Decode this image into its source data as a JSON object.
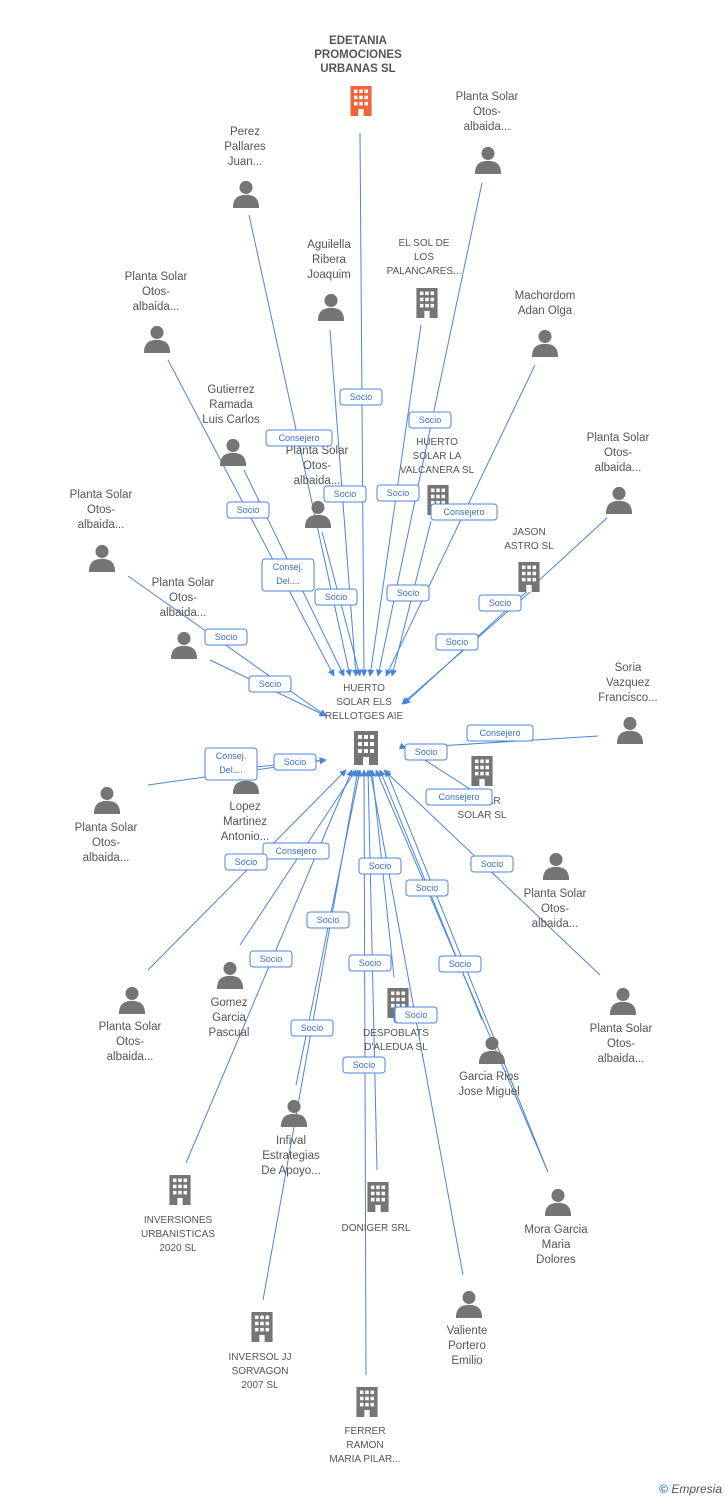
{
  "nodes": [
    {
      "id": "center",
      "type": "company",
      "lines": [
        "HUERTO",
        "SOLAR ELS",
        "RELLOTGES AIE"
      ],
      "center": true
    },
    {
      "id": "edetania",
      "type": "company",
      "lines": [
        "EDETANIA",
        "PROMOCIONES",
        "URBANAS SL"
      ],
      "highlight": true
    },
    {
      "id": "p_otos1",
      "type": "person",
      "lines": [
        "Planta Solar",
        "Otos-",
        "albaida..."
      ]
    },
    {
      "id": "perez",
      "type": "person",
      "lines": [
        "Perez",
        "Pallares",
        "Juan..."
      ]
    },
    {
      "id": "aguilella",
      "type": "person",
      "lines": [
        "Aguilella",
        "Ribera",
        "Joaquim"
      ]
    },
    {
      "id": "solpal",
      "type": "company",
      "lines": [
        "EL SOL DE",
        "LOS",
        "PALANCARES..."
      ]
    },
    {
      "id": "machordom",
      "type": "person",
      "lines": [
        "Machordom",
        "Adan Olga"
      ]
    },
    {
      "id": "p_otos2",
      "type": "person",
      "lines": [
        "Planta Solar",
        "Otos-",
        "albaida..."
      ]
    },
    {
      "id": "gutierrez",
      "type": "person",
      "lines": [
        "Gutierrez",
        "Ramada",
        "Luis Carlos"
      ]
    },
    {
      "id": "p_otos3",
      "type": "person",
      "lines": [
        "Planta Solar",
        "Otos-",
        "albaida..."
      ]
    },
    {
      "id": "valcanera",
      "type": "company",
      "lines": [
        "HUERTO",
        "SOLAR LA",
        "VALCANERA SL"
      ]
    },
    {
      "id": "p_otos4",
      "type": "person",
      "lines": [
        "Planta Solar",
        "Otos-",
        "albaida..."
      ]
    },
    {
      "id": "p_otos5",
      "type": "person",
      "lines": [
        "Planta Solar",
        "Otos-",
        "albaida..."
      ]
    },
    {
      "id": "jason",
      "type": "company",
      "lines": [
        "JASON",
        "ASTRO  SL"
      ]
    },
    {
      "id": "p_otos6",
      "type": "person",
      "lines": [
        "Planta Solar",
        "Otos-",
        "albaida..."
      ]
    },
    {
      "id": "soria",
      "type": "person",
      "lines": [
        "Soria",
        "Vazquez",
        "Francisco..."
      ]
    },
    {
      "id": "lopez",
      "type": "person",
      "lines": [
        "Lopez",
        "Martinez",
        "Antonio..."
      ]
    },
    {
      "id": "p_otos7",
      "type": "person",
      "lines": [
        "Planta Solar",
        "Otos-",
        "albaida..."
      ]
    },
    {
      "id": "domar",
      "type": "company",
      "lines": [
        "DOMAR",
        "SOLAR  SL"
      ]
    },
    {
      "id": "p_otos8",
      "type": "person",
      "lines": [
        "Planta Solar",
        "Otos-",
        "albaida..."
      ]
    },
    {
      "id": "gomez",
      "type": "person",
      "lines": [
        "Gomez",
        "Garcia",
        "Pascual"
      ]
    },
    {
      "id": "p_otos9",
      "type": "person",
      "lines": [
        "Planta Solar",
        "Otos-",
        "albaida..."
      ]
    },
    {
      "id": "despoblats",
      "type": "company",
      "lines": [
        "DESPOBLATS",
        "D'ALEDUA  SL"
      ]
    },
    {
      "id": "p_otos10",
      "type": "person",
      "lines": [
        "Planta Solar",
        "Otos-",
        "albaida..."
      ]
    },
    {
      "id": "garciarios",
      "type": "person",
      "lines": [
        "Garcia Rios",
        "Jose Miguel"
      ]
    },
    {
      "id": "infival",
      "type": "person",
      "lines": [
        "Infival",
        "Estrategias",
        "De Apoyo..."
      ]
    },
    {
      "id": "inversiones",
      "type": "company",
      "lines": [
        "INVERSIONES",
        "URBANISTICAS",
        "2020 SL"
      ]
    },
    {
      "id": "doniger",
      "type": "company",
      "lines": [
        "DONIGER SRL"
      ]
    },
    {
      "id": "mora",
      "type": "person",
      "lines": [
        "Mora Garcia",
        "Maria",
        "Dolores"
      ]
    },
    {
      "id": "valiente",
      "type": "person",
      "lines": [
        "Valiente",
        "Portero",
        "Emilio"
      ]
    },
    {
      "id": "inversol",
      "type": "company",
      "lines": [
        "INVERSOL JJ",
        "SORVAGON",
        "2007 SL"
      ]
    },
    {
      "id": "ferrer",
      "type": "company",
      "lines": [
        "FERRER",
        "RAMON",
        "MARIA PILAR..."
      ]
    }
  ],
  "edges": [
    {
      "from": "edetania",
      "role": "Socio"
    },
    {
      "from": "p_otos1",
      "role": "Socio"
    },
    {
      "from": "perez",
      "role": "Consejero"
    },
    {
      "from": "aguilella",
      "role": "Socio"
    },
    {
      "from": "solpal",
      "role": "Socio"
    },
    {
      "from": "machordom",
      "role": "Consejero"
    },
    {
      "from": "p_otos2",
      "role": "Socio"
    },
    {
      "from": "gutierrez",
      "role": "Consej. Del...."
    },
    {
      "from": "p_otos3",
      "role": "Socio"
    },
    {
      "from": "valcanera",
      "role": "Socio"
    },
    {
      "from": "p_otos4",
      "role": "Socio"
    },
    {
      "from": "p_otos5",
      "role": "Socio"
    },
    {
      "from": "jason",
      "role": "Socio"
    },
    {
      "from": "p_otos6",
      "role": "Socio"
    },
    {
      "from": "soria",
      "role": "Consejero"
    },
    {
      "from": "lopez",
      "role": "Consej. Del...."
    },
    {
      "from": "p_otos7",
      "role": "Socio"
    },
    {
      "from": "domar",
      "role": "Socio"
    },
    {
      "from": "p_otos8",
      "role": "Socio"
    },
    {
      "from": "gomez",
      "role": "Consejero"
    },
    {
      "from": "p_otos9",
      "role": "Socio"
    },
    {
      "from": "despoblats",
      "role": "Socio"
    },
    {
      "from": "p_otos10",
      "role": "Socio"
    },
    {
      "from": "garciarios",
      "role": "Socio"
    },
    {
      "from": "infival",
      "role": "Socio"
    },
    {
      "from": "inversiones",
      "role": "Socio"
    },
    {
      "from": "doniger",
      "role": "Socio"
    },
    {
      "from": "mora",
      "role": "Socio"
    },
    {
      "from": "valiente",
      "role": "Socio"
    },
    {
      "from": "inversol",
      "role": "Socio"
    },
    {
      "from": "ferrer",
      "role": "Socio"
    },
    {
      "from": "consejero_extra",
      "role": "Consejero"
    }
  ],
  "colors": {
    "edge": "#4a86d8",
    "company": "#757575",
    "company_highlight": "#f0643a",
    "person": "#757575",
    "label": "#555555"
  },
  "footer": {
    "copyright": "©",
    "brand": "Empresia"
  }
}
